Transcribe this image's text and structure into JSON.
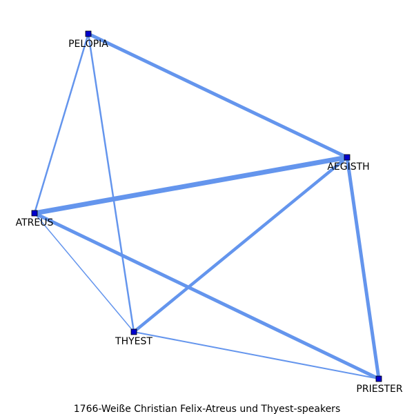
{
  "caption": "1766-Weiße Christian Felix-Atreus und Thyest-speakers",
  "colors": {
    "edge": "#6495ED",
    "node": "#0000CD",
    "background": "#ffffff"
  },
  "nodes": [
    {
      "id": "PELOPIA",
      "label": "PELOPIA"
    },
    {
      "id": "AEGISTH",
      "label": "AEGISTH"
    },
    {
      "id": "ATREUS",
      "label": "ATREUS"
    },
    {
      "id": "THYEST",
      "label": "THYEST"
    },
    {
      "id": "PRIESTER",
      "label": "PRIESTER"
    }
  ],
  "edges": [
    {
      "source": "PELOPIA",
      "target": "AEGISTH",
      "weight": 5
    },
    {
      "source": "PELOPIA",
      "target": "ATREUS",
      "weight": 2.5
    },
    {
      "source": "PELOPIA",
      "target": "THYEST",
      "weight": 2.5
    },
    {
      "source": "AEGISTH",
      "target": "ATREUS",
      "weight": 7
    },
    {
      "source": "AEGISTH",
      "target": "THYEST",
      "weight": 4.5
    },
    {
      "source": "AEGISTH",
      "target": "PRIESTER",
      "weight": 5
    },
    {
      "source": "ATREUS",
      "target": "THYEST",
      "weight": 1.5
    },
    {
      "source": "ATREUS",
      "target": "PRIESTER",
      "weight": 5
    },
    {
      "source": "THYEST",
      "target": "PRIESTER",
      "weight": 2
    }
  ]
}
